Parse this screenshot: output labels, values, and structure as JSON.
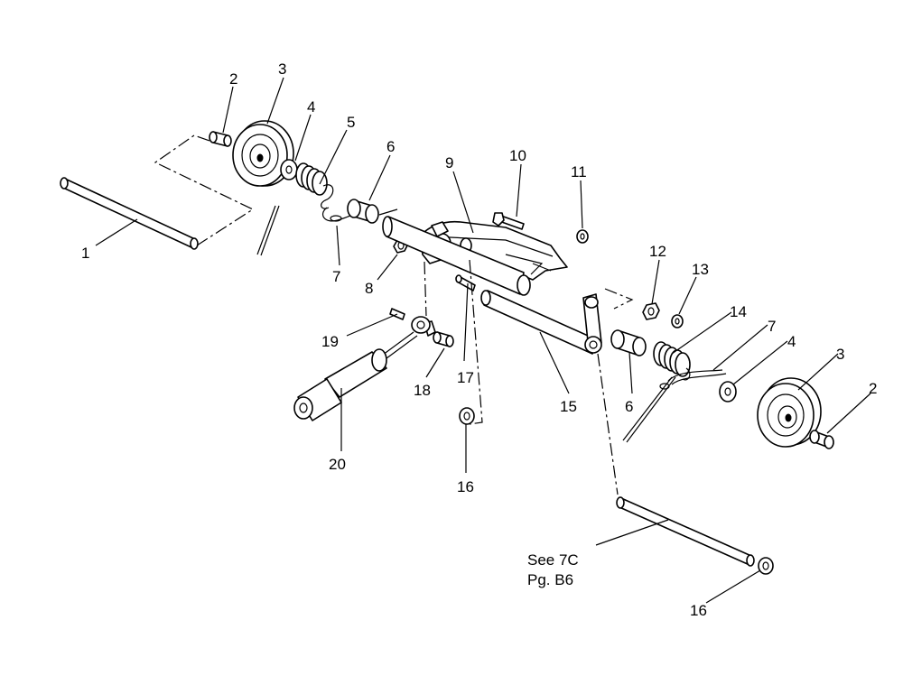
{
  "callouts": [
    {
      "id": "c1",
      "text": "1"
    },
    {
      "id": "c2a",
      "text": "2"
    },
    {
      "id": "c3a",
      "text": "3"
    },
    {
      "id": "c4a",
      "text": "4"
    },
    {
      "id": "c5",
      "text": "5"
    },
    {
      "id": "c6a",
      "text": "6"
    },
    {
      "id": "c7a",
      "text": "7"
    },
    {
      "id": "c8",
      "text": "8"
    },
    {
      "id": "c9",
      "text": "9"
    },
    {
      "id": "c10",
      "text": "10"
    },
    {
      "id": "c11",
      "text": "11"
    },
    {
      "id": "c12",
      "text": "12"
    },
    {
      "id": "c13",
      "text": "13"
    },
    {
      "id": "c14",
      "text": "14"
    },
    {
      "id": "c7b",
      "text": "7"
    },
    {
      "id": "c4b",
      "text": "4"
    },
    {
      "id": "c3b",
      "text": "3"
    },
    {
      "id": "c2b",
      "text": "2"
    },
    {
      "id": "c19",
      "text": "19"
    },
    {
      "id": "c18",
      "text": "18"
    },
    {
      "id": "c17",
      "text": "17"
    },
    {
      "id": "c15",
      "text": "15"
    },
    {
      "id": "c6b",
      "text": "6"
    },
    {
      "id": "c20",
      "text": "20"
    },
    {
      "id": "c16a",
      "text": "16"
    },
    {
      "id": "c16b",
      "text": "16"
    }
  ],
  "reference_note": {
    "line1": "See 7C",
    "line2": "Pg. B6"
  }
}
